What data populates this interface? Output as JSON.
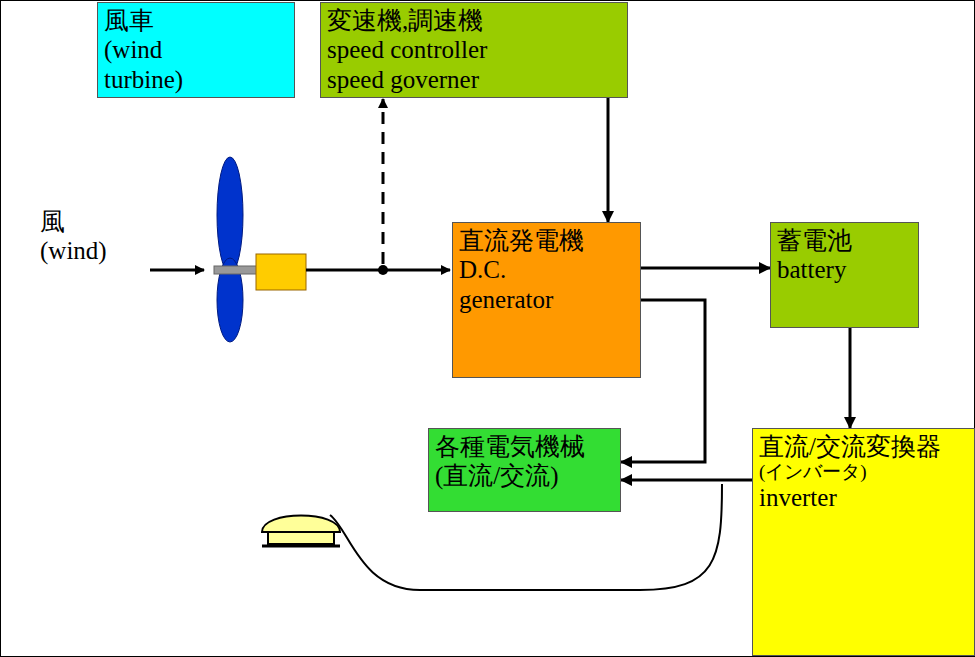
{
  "diagram": {
    "nodes": [
      {
        "text": [
          "風車 (wind turbine)"
        ]
      },
      {
        "text": [
          "変速機,調速機",
          "speed controller speed governer"
        ]
      },
      {
        "text": [
          "直流発電機",
          "D.C. generator"
        ]
      },
      {
        "text": [
          "蓄電池",
          "battery"
        ]
      },
      {
        "text": [
          "各種電気機械",
          "(直流/交流)"
        ]
      },
      {
        "text": [
          "直流/交流変換器",
          "(インバータ)",
          "inverter"
        ]
      }
    ],
    "edges": [
      {
        "from": 1,
        "to": 2,
        "arrow": "to"
      },
      {
        "from": 2,
        "to": 3,
        "arrow": "to"
      },
      {
        "from": 2,
        "to": 4,
        "arrow": "to"
      },
      {
        "from": 3,
        "to": 5,
        "arrow": "to"
      },
      {
        "from": 5,
        "to": 4,
        "arrow": "to"
      }
    ],
    "labels": [
      "風 (wind)"
    ]
  }
}
